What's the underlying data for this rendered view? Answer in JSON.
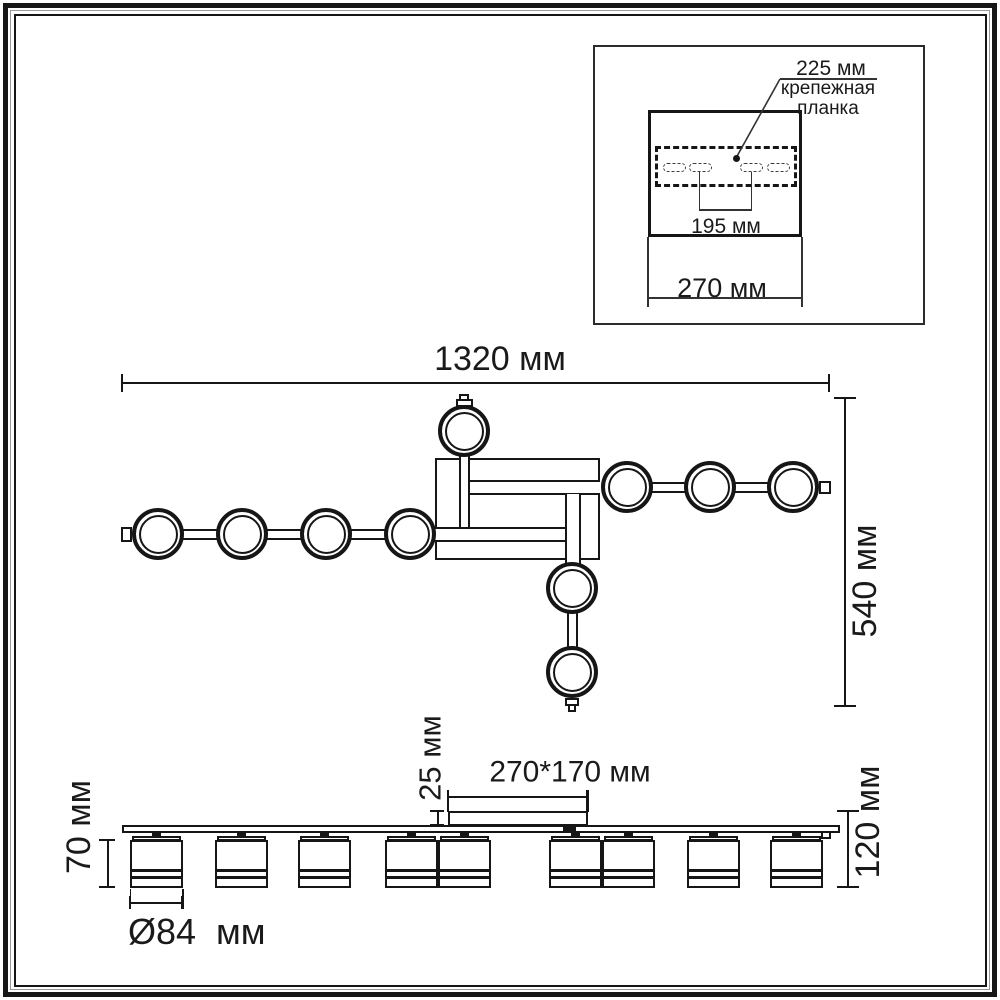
{
  "colors": {
    "line": "#161616",
    "background": "#ffffff"
  },
  "inset": {
    "label_225": "225 мм",
    "bracket_line1": "крепежная",
    "bracket_line2": "планка",
    "label_195": "195 мм",
    "label_270": "270 мм"
  },
  "top_view": {
    "width_label": "1320 мм",
    "height_label": "540 мм"
  },
  "side_view": {
    "mount_box_label": "270*170 мм",
    "mount_box_height_label": "25 мм",
    "spot_height_label": "70 мм",
    "spot_diameter_label": "Ø84  мм",
    "total_height_label": "120 мм"
  }
}
